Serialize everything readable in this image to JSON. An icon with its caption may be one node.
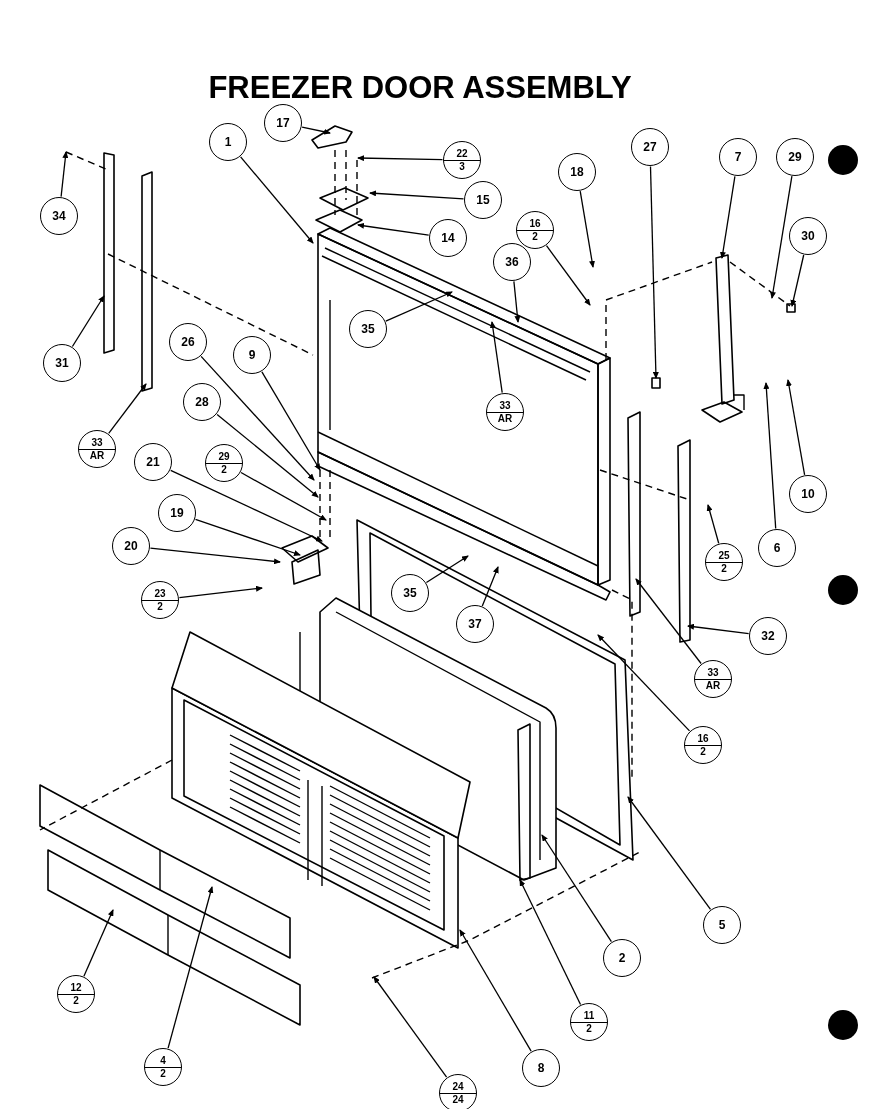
{
  "diagram": {
    "title": "FREEZER DOOR ASSEMBLY",
    "nodes": [
      {
        "text": [
          "1"
        ]
      },
      {
        "text": [
          "17"
        ]
      },
      {
        "text": [
          "22",
          "3"
        ]
      },
      {
        "text": [
          "15"
        ]
      },
      {
        "text": [
          "14"
        ]
      },
      {
        "text": [
          "18"
        ]
      },
      {
        "text": [
          "16",
          "2"
        ]
      },
      {
        "text": [
          "27"
        ]
      },
      {
        "text": [
          "7"
        ]
      },
      {
        "text": [
          "29"
        ]
      },
      {
        "text": [
          "30"
        ]
      },
      {
        "text": [
          "34"
        ]
      },
      {
        "text": [
          "36"
        ]
      },
      {
        "text": [
          "35"
        ]
      },
      {
        "text": [
          "33",
          "AR"
        ]
      },
      {
        "text": [
          "31"
        ]
      },
      {
        "text": [
          "33",
          "AR"
        ]
      },
      {
        "text": [
          "26"
        ]
      },
      {
        "text": [
          "9"
        ]
      },
      {
        "text": [
          "28"
        ]
      },
      {
        "text": [
          "29",
          "2"
        ]
      },
      {
        "text": [
          "21"
        ]
      },
      {
        "text": [
          "19"
        ]
      },
      {
        "text": [
          "20"
        ]
      },
      {
        "text": [
          "23",
          "2"
        ]
      },
      {
        "text": [
          "10"
        ]
      },
      {
        "text": [
          "6"
        ]
      },
      {
        "text": [
          "25",
          "2"
        ]
      },
      {
        "text": [
          "32"
        ]
      },
      {
        "text": [
          "33",
          "AR"
        ]
      },
      {
        "text": [
          "35"
        ]
      },
      {
        "text": [
          "37"
        ]
      },
      {
        "text": [
          "16",
          "2"
        ]
      },
      {
        "text": [
          "5"
        ]
      },
      {
        "text": [
          "2"
        ]
      },
      {
        "text": [
          "11",
          "2"
        ]
      },
      {
        "text": [
          "8"
        ]
      },
      {
        "text": [
          "12",
          "2"
        ]
      },
      {
        "text": [
          "4",
          "2"
        ]
      },
      {
        "text": [
          "24",
          "24"
        ]
      }
    ],
    "edges": [
      {
        "from": 0,
        "to": null,
        "arrow": "to"
      },
      {
        "from": 1,
        "to": null,
        "arrow": "to"
      },
      {
        "from": 2,
        "to": null,
        "arrow": "to"
      },
      {
        "from": 3,
        "to": null,
        "arrow": "to"
      },
      {
        "from": 4,
        "to": null,
        "arrow": "to"
      },
      {
        "from": 5,
        "to": null,
        "arrow": "to"
      },
      {
        "from": 6,
        "to": null,
        "arrow": "to"
      },
      {
        "from": 7,
        "to": null,
        "arrow": "to"
      },
      {
        "from": 8,
        "to": null,
        "arrow": "to"
      },
      {
        "from": 9,
        "to": null,
        "arrow": "to"
      },
      {
        "from": 10,
        "to": null,
        "arrow": "to"
      },
      {
        "from": 11,
        "to": null,
        "arrow": "to"
      },
      {
        "from": 12,
        "to": null,
        "arrow": "to"
      },
      {
        "from": 13,
        "to": null,
        "arrow": "to"
      },
      {
        "from": 14,
        "to": null,
        "arrow": "to"
      },
      {
        "from": 15,
        "to": null,
        "arrow": "to"
      },
      {
        "from": 16,
        "to": null,
        "arrow": "to"
      },
      {
        "from": 17,
        "to": null,
        "arrow": "to"
      },
      {
        "from": 18,
        "to": null,
        "arrow": "to"
      },
      {
        "from": 19,
        "to": null,
        "arrow": "to"
      },
      {
        "from": 20,
        "to": null,
        "arrow": "to"
      },
      {
        "from": 21,
        "to": null,
        "arrow": "to"
      },
      {
        "from": 22,
        "to": null,
        "arrow": "to"
      },
      {
        "from": 23,
        "to": null,
        "arrow": "to"
      },
      {
        "from": 24,
        "to": null,
        "arrow": "to"
      },
      {
        "from": 25,
        "to": null,
        "arrow": "to"
      },
      {
        "from": 26,
        "to": null,
        "arrow": "to"
      },
      {
        "from": 27,
        "to": null,
        "arrow": "to"
      },
      {
        "from": 28,
        "to": null,
        "arrow": "to"
      },
      {
        "from": 29,
        "to": null,
        "arrow": "to"
      },
      {
        "from": 30,
        "to": null,
        "arrow": "to"
      },
      {
        "from": 31,
        "to": null,
        "arrow": "to"
      },
      {
        "from": 32,
        "to": null,
        "arrow": "to"
      },
      {
        "from": 33,
        "to": null,
        "arrow": "to"
      },
      {
        "from": 34,
        "to": null,
        "arrow": "to"
      },
      {
        "from": 35,
        "to": null,
        "arrow": "to"
      },
      {
        "from": 36,
        "to": null,
        "arrow": "to"
      },
      {
        "from": 37,
        "to": null,
        "arrow": "to"
      },
      {
        "from": 38,
        "to": null,
        "arrow": "to"
      },
      {
        "from": 39,
        "to": null,
        "arrow": "to"
      }
    ]
  }
}
